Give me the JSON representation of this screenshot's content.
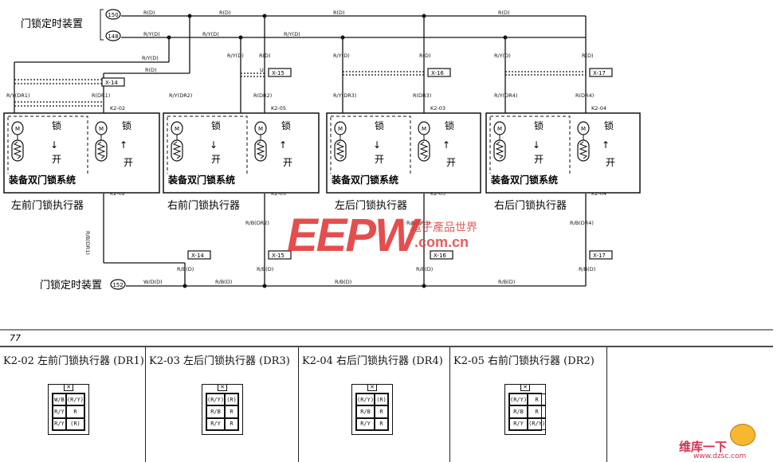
{
  "timer_unit_label": "门锁定时装置",
  "timer_pins": [
    "150",
    "148",
    "152"
  ],
  "wire_codes": {
    "r_d": "R(D)",
    "ry_d": "R/Y(D)",
    "ry_d_small": "R/Y(D)",
    "wd_d": "W/D(D)",
    "rb_d": "R/B(D)",
    "rb_d2": "R/B(D)",
    "ry_dr1": "R/Y(DR1)",
    "r_dr1": "R(DR1)",
    "ry_dr2": "R/Y(DR2)",
    "r_dr2": "R(DR2)",
    "ry_dr3": "R/Y(DR3)",
    "r_dr3": "R(DR3)",
    "ry_dr4": "R/Y(DR4)",
    "r_dr4": "R(DR4)",
    "rb_dr1": "R/B(DR1)",
    "rb_dr2": "R/B(DR2)",
    "rb_dr3": "R/B(DR3)",
    "rb_dr4": "R/B(DR4)",
    "u": "U"
  },
  "junctions": [
    "X-14",
    "X-15",
    "X-16",
    "X-17"
  ],
  "connectors_top": [
    "K2-02",
    "K2-05",
    "K2-03",
    "K2-04"
  ],
  "motor_labels": {
    "m": "M",
    "lock": "锁",
    "open": "开"
  },
  "dual_lock_label": "装备双门锁系统",
  "actuators": [
    {
      "name": "左前门锁执行器",
      "connector": "K2-02"
    },
    {
      "name": "右前门锁执行器",
      "connector": "K2-05"
    },
    {
      "name": "左后门锁执行器",
      "connector": "K2-03"
    },
    {
      "name": "右后门锁执行器",
      "connector": "K2-04"
    }
  ],
  "section_mark": "77",
  "connector_table": [
    {
      "title": "K2-02 左前门锁执行器 (DR1)",
      "pins": [
        "W/B",
        "(R/Y)",
        "R/Y",
        "R",
        "R/Y",
        "(R)"
      ]
    },
    {
      "title": "K2-03 左后门锁执行器 (DR3)",
      "pins": [
        "(R/Y)",
        "(R)",
        "R/B",
        "R",
        "R/Y",
        "R"
      ]
    },
    {
      "title": "K2-04 右后门锁执行器 (DR4)",
      "pins": [
        "(R/Y)",
        "(R)",
        "R/B",
        "R",
        "R/Y",
        "R"
      ]
    },
    {
      "title": "K2-05 右前门锁执行器 (DR2)",
      "pins": [
        "(R/Y)",
        "R",
        "R/B",
        "R",
        "R/Y",
        "(R/Y)"
      ]
    }
  ],
  "watermark": {
    "brand": "EEPW",
    "cn": "電子產品世界",
    "domain": ".com.cn"
  },
  "site_watermark": {
    "cn": "维库一下",
    "url": "www.dzsc.com"
  }
}
